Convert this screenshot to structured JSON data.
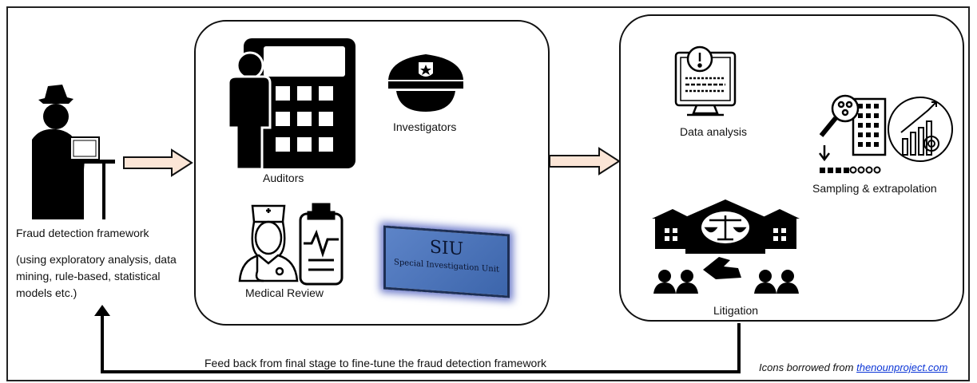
{
  "framework": {
    "title": "Fraud detection framework",
    "desc_line1": "(using exploratory analysis, data",
    "desc_line2": "mining, rule-based, statistical",
    "desc_line3": "models etc.)"
  },
  "stage1": {
    "auditors": "Auditors",
    "investigators": "Investigators",
    "medical_review": "Medical Review",
    "siu_big": "SIU",
    "siu_small": "Special Investigation Unit"
  },
  "stage2": {
    "data_analysis": "Data analysis",
    "sampling": "Sampling & extrapolation",
    "litigation": "Litigation"
  },
  "feedback": "Feed back from final stage to fine-tune the fraud detection framework",
  "credit": {
    "text": "Icons borrowed from ",
    "link": "thenounproject.com"
  },
  "colors": {
    "arrow_fill": "#fbe5d6",
    "siu_blue": "#4a72b8"
  },
  "icons": [
    "detective-icon",
    "accountant-icon",
    "police-cap-icon",
    "nurse-icon",
    "clipboard-icon",
    "siu-badge",
    "data-screen-icon",
    "sampling-icon",
    "courthouse-icon"
  ]
}
